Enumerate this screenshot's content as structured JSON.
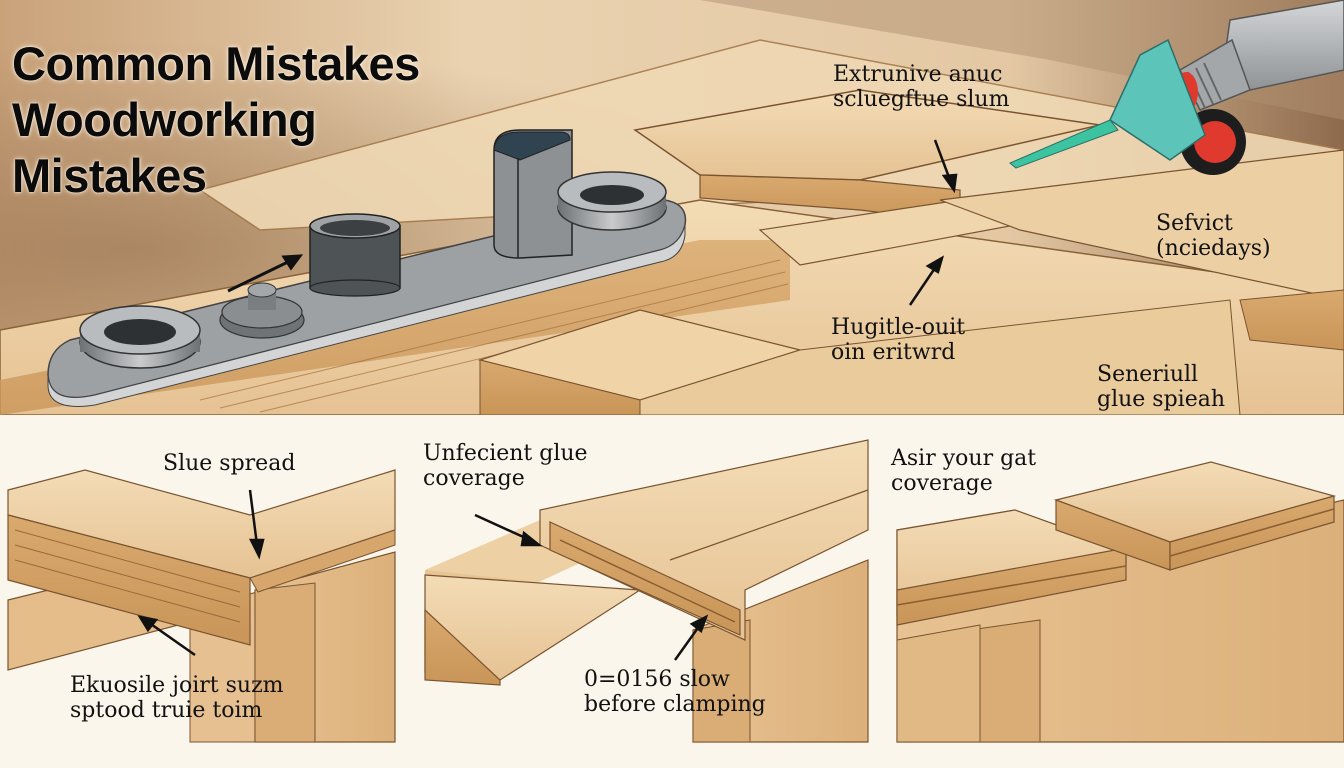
{
  "title": {
    "line1": "Common Mistakes",
    "line2": "Woodworking",
    "line3": "Mistakes"
  },
  "top_scene": {
    "callouts": [
      {
        "id": "extrunive",
        "line1": "Extrunive anuc",
        "line2": "scluegftue slum"
      },
      {
        "id": "sefvict",
        "line1": "Sefvict",
        "line2": "(nciedays)"
      },
      {
        "id": "hugitle",
        "line1": "Hugitle-ouit",
        "line2": "oin eritwrd"
      },
      {
        "id": "seneriull",
        "line1": "Seneriull",
        "line2": "glue spieah"
      }
    ],
    "tools": [
      "metal-jig-plate",
      "ring-bushing-left",
      "knob",
      "cup-bushing",
      "split-sleeve",
      "ring-bushing-right",
      "glue-bottle",
      "power-drill"
    ]
  },
  "panels": [
    {
      "id": "panel-1",
      "top_label": "Slue spread",
      "bottom_label_line1": "Ekuosile joirt suzm",
      "bottom_label_line2": "sptood truie toim"
    },
    {
      "id": "panel-2",
      "top_label_line1": "Unfecient glue",
      "top_label_line2": "coverage",
      "bottom_label_line1": "0=0156 slow",
      "bottom_label_line2": "before clamping"
    },
    {
      "id": "panel-3",
      "top_label_line1": "Asir your gat",
      "top_label_line2": "coverage"
    }
  ],
  "colors": {
    "wood_light": "#eccb9b",
    "wood_mid": "#ddb27c",
    "wood_dark": "#c48f55",
    "outline": "#6b4a2a",
    "metal": "#9a9c9e",
    "metal_dark": "#555a5e",
    "glue_teal": "#5cc4b8",
    "drill_red": "#e03a2e",
    "background": "#fbf6ec"
  }
}
